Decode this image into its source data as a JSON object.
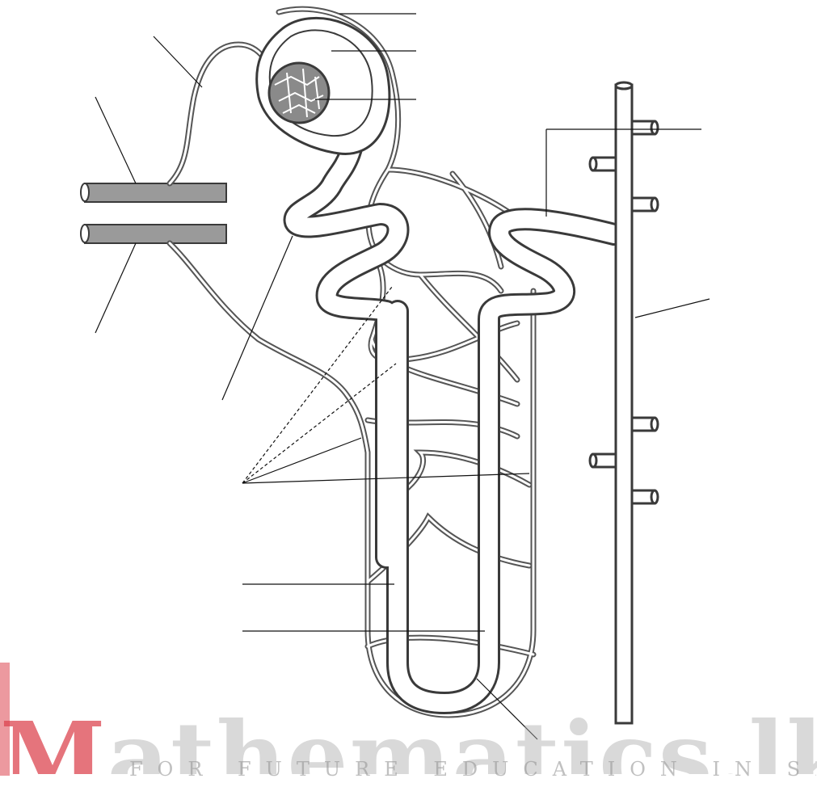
{
  "diagram": {
    "subject": "nephron",
    "labels": []
  },
  "watermark": {
    "logo": "Mathematics.lk",
    "tagline": "FOR FUTURE EDUCATION IN SRI LANKA"
  },
  "colors": {
    "vessel_fill": "#9a9a9a",
    "outline": "#3a3a3a",
    "background": "#ffffff",
    "watermark_red": "#dc4650"
  }
}
